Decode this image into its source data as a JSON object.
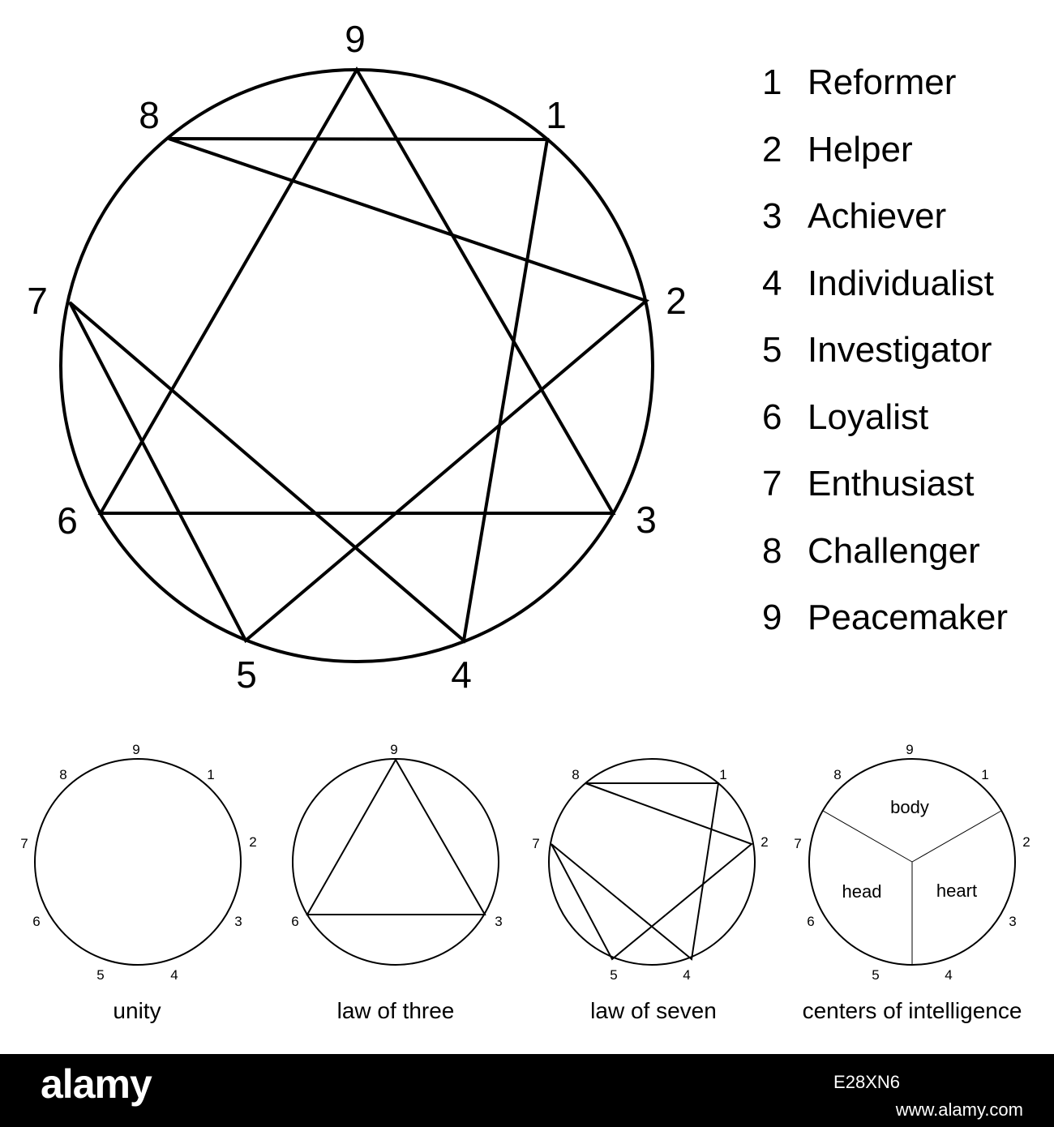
{
  "enneagram": {
    "point_labels": [
      "9",
      "1",
      "2",
      "3",
      "4",
      "5",
      "6",
      "7",
      "8"
    ],
    "types": [
      {
        "number": "1",
        "name": "Reformer"
      },
      {
        "number": "2",
        "name": "Helper"
      },
      {
        "number": "3",
        "name": "Achiever"
      },
      {
        "number": "4",
        "name": "Individualist"
      },
      {
        "number": "5",
        "name": "Investigator"
      },
      {
        "number": "6",
        "name": "Loyalist"
      },
      {
        "number": "7",
        "name": "Enthusiast"
      },
      {
        "number": "8",
        "name": "Challenger"
      },
      {
        "number": "9",
        "name": "Peacemaker"
      }
    ]
  },
  "panels": [
    {
      "caption": "unity"
    },
    {
      "caption": "law of three"
    },
    {
      "caption": "law of seven"
    },
    {
      "caption": "centers of intelligence",
      "regions": [
        "body",
        "head",
        "heart"
      ]
    }
  ],
  "footer": {
    "brand": "alamy",
    "image_id": "E28XN6",
    "site": "www.alamy.com"
  },
  "colors": {
    "line": "#000000",
    "background": "#ffffff",
    "footer": "#000000",
    "footer_text": "#ffffff"
  }
}
